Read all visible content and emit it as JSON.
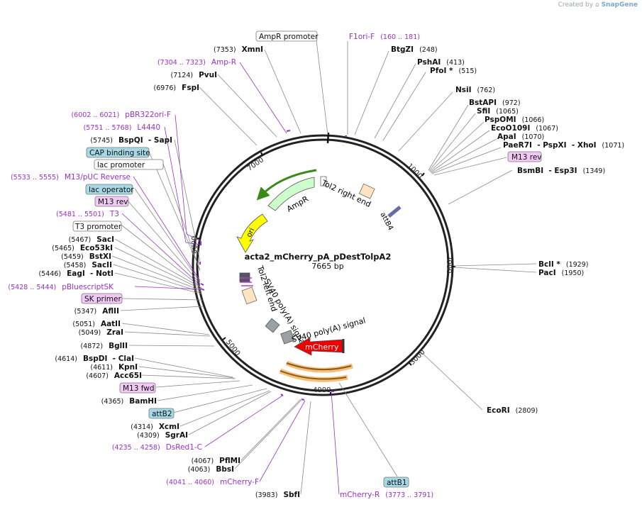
{
  "credit": {
    "prefix": "Created by",
    "brand": "SnapGene"
  },
  "plasmid": {
    "name": "acta2_mCherry_pA_pDestTolpA2",
    "length": "7665 bp"
  },
  "ticks": [
    "1000",
    "2000",
    "3000",
    "4000",
    "5000",
    "6000",
    "7000"
  ],
  "features": {
    "ampr_label": "AmpR",
    "ori_label": "ori",
    "tol2_right": "Tol2 right end",
    "attb4_label": "attB4",
    "tol2_left": "Tol2 left end",
    "sv40_a": "SV40 poly(A) signal",
    "sv40_b": "SV40 poly(A) signal",
    "mcherry_label": "mCherry"
  },
  "right_labels": [
    {
      "name": "F1ori-F",
      "pos": "(160 .. 181)",
      "style": "primer"
    },
    {
      "name": "BtgZI",
      "pos": "(248)",
      "style": "enzyme"
    },
    {
      "name": "PshAI",
      "pos": "(413)",
      "style": "enzyme"
    },
    {
      "name": "PfoI *",
      "pos": "(515)",
      "style": "enzyme"
    },
    {
      "name": "NsiI",
      "pos": "(762)",
      "style": "enzyme"
    },
    {
      "name": "BstAPI",
      "pos": "(972)",
      "style": "enzyme"
    },
    {
      "name": "SfiI",
      "pos": "(1065)",
      "style": "enzyme"
    },
    {
      "name": "PspOMI",
      "pos": "(1066)",
      "style": "enzyme"
    },
    {
      "name": "EcoO109I",
      "pos": "(1067)",
      "style": "enzyme"
    },
    {
      "name": "ApaI",
      "pos": "(1070)",
      "style": "enzyme"
    },
    {
      "name": "PaeR7I  - PspXI  - XhoI",
      "pos": "(1071)",
      "style": "enzyme"
    },
    {
      "name": "M13 rev",
      "pos": "",
      "style": "primerbox"
    },
    {
      "name": "BsmBI  - Esp3I",
      "pos": "(1349)",
      "style": "enzyme"
    },
    {
      "name": "BclI *",
      "pos": "(1929)",
      "style": "enzyme"
    },
    {
      "name": "PacI",
      "pos": "(1950)",
      "style": "enzyme"
    },
    {
      "name": "EcoRI",
      "pos": "(2809)",
      "style": "enzyme"
    }
  ],
  "left_labels": [
    {
      "name": "AmpR promoter",
      "pos": "",
      "style": "box"
    },
    {
      "name": "XmnI",
      "pos": "(7353)",
      "style": "enzyme"
    },
    {
      "name": "Amp-R",
      "pos": "(7304 .. 7323)",
      "style": "primer"
    },
    {
      "name": "PvuI",
      "pos": "(7124)",
      "style": "enzyme"
    },
    {
      "name": "FspI",
      "pos": "(6976)",
      "style": "enzyme"
    },
    {
      "name": "pBR322ori-F",
      "pos": "(6002 .. 6021)",
      "style": "primer"
    },
    {
      "name": "L4440",
      "pos": "(5751 .. 5768)",
      "style": "primer"
    },
    {
      "name": "BspQI  - SapI",
      "pos": "(5745)",
      "style": "enzyme"
    },
    {
      "name": "CAP binding site",
      "pos": "",
      "style": "bluebox"
    },
    {
      "name": "lac promoter",
      "pos": "",
      "style": "box"
    },
    {
      "name": "M13/pUC Reverse",
      "pos": "(5533 .. 5555)",
      "style": "primer"
    },
    {
      "name": "lac operator",
      "pos": "",
      "style": "bluebox"
    },
    {
      "name": "M13 rev",
      "pos": "",
      "style": "primerbox"
    },
    {
      "name": "T3",
      "pos": "(5481 .. 5501)",
      "style": "primer"
    },
    {
      "name": "T3 promoter",
      "pos": "",
      "style": "box"
    },
    {
      "name": "SacI",
      "pos": "(5467)",
      "style": "enzyme"
    },
    {
      "name": "Eco53kI",
      "pos": "(5465)",
      "style": "enzyme"
    },
    {
      "name": "BstXI",
      "pos": "(5459)",
      "style": "enzyme"
    },
    {
      "name": "SacII",
      "pos": "(5458)",
      "style": "enzyme"
    },
    {
      "name": "EagI  - NotI",
      "pos": "(5446)",
      "style": "enzyme"
    },
    {
      "name": "pBluescriptSK",
      "pos": "(5428 .. 5444)",
      "style": "primer"
    },
    {
      "name": "SK primer",
      "pos": "",
      "style": "primerbox"
    },
    {
      "name": "AflII",
      "pos": "(5347)",
      "style": "enzyme"
    },
    {
      "name": "AatII",
      "pos": "(5051)",
      "style": "enzyme"
    },
    {
      "name": "ZraI",
      "pos": "(5049)",
      "style": "enzyme"
    },
    {
      "name": "BglII",
      "pos": "(4872)",
      "style": "enzyme"
    },
    {
      "name": "BspDI  - ClaI",
      "pos": "(4614)",
      "style": "enzyme"
    },
    {
      "name": "KpnI",
      "pos": "(4611)",
      "style": "enzyme"
    },
    {
      "name": "Acc65I",
      "pos": "(4607)",
      "style": "enzyme"
    },
    {
      "name": "M13 fwd",
      "pos": "",
      "style": "primerbox"
    },
    {
      "name": "BamHI",
      "pos": "(4365)",
      "style": "enzyme"
    },
    {
      "name": "attB2",
      "pos": "",
      "style": "bluebox"
    },
    {
      "name": "XcmI",
      "pos": "(4314)",
      "style": "enzyme"
    },
    {
      "name": "SgrAI",
      "pos": "(4309)",
      "style": "enzyme"
    },
    {
      "name": "DsRed1-C",
      "pos": "(4235 .. 4258)",
      "style": "primer"
    },
    {
      "name": "PflMI",
      "pos": "(4067)",
      "style": "enzyme"
    },
    {
      "name": "BbsI",
      "pos": "(4063)",
      "style": "enzyme"
    },
    {
      "name": "mCherry-F",
      "pos": "(4041 .. 4060)",
      "style": "primer"
    },
    {
      "name": "SbfI",
      "pos": "(3983)",
      "style": "enzyme"
    },
    {
      "name": "mCherry-R",
      "pos": "(3773 .. 3791)",
      "style": "primer"
    },
    {
      "name": "attB1",
      "pos": "",
      "style": "bluebox"
    }
  ],
  "colors": {
    "primer": "#9b30c8",
    "ampr": "#ccffcc",
    "ori": "#ffff00",
    "mcherry": "#ee0000",
    "sv40": "#9aa0a6",
    "tol2": "#ffe4c4",
    "bluebox": "#a6d8e6",
    "primerbox": "#f2c8f5"
  }
}
